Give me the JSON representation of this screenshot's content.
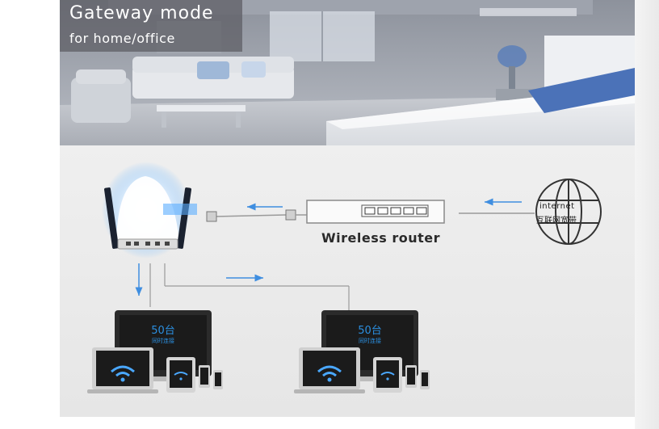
{
  "banner": {
    "title": "Gateway mode",
    "subtitle": "for home/office"
  },
  "diagram": {
    "router_label": "Wireless router",
    "internet_en": "internet",
    "internet_cn": "互联网宽带",
    "device_groups": [
      {
        "screen_count": "50台",
        "screen_note": "同时连接"
      },
      {
        "screen_count": "50台",
        "screen_note": "同时连接"
      }
    ],
    "colors": {
      "arrow": "#3f8ee0",
      "cable": "#9a9a9a",
      "glow": "#5aaeff",
      "screen": "#1b1b1b"
    }
  }
}
